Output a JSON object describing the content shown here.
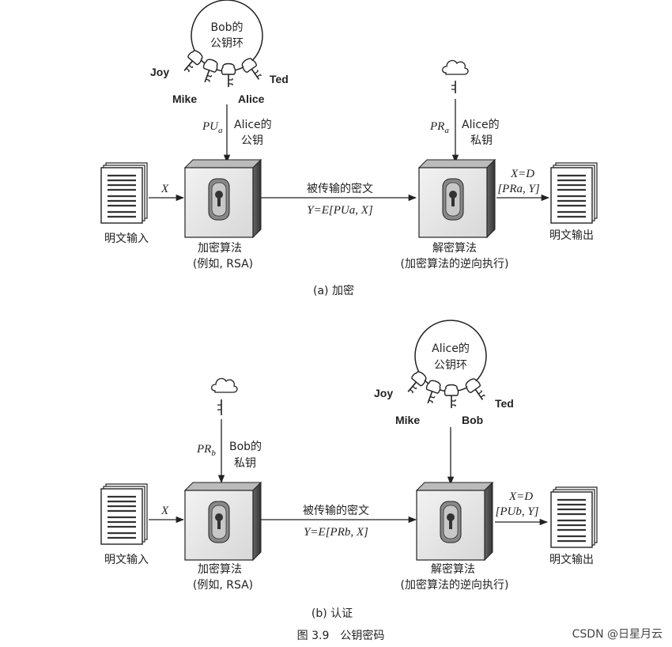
{
  "part_a": {
    "ring_line1": "Bob的",
    "ring_line2": "公钥环",
    "key_joy": "Joy",
    "key_mike": "Mike",
    "key_alice": "Alice",
    "key_ted": "Ted",
    "pub_sym": "PU",
    "pub_sub": "a",
    "pub_desc1": "Alice的",
    "pub_desc2": "公钥",
    "priv_sym": "PR",
    "priv_sub": "a",
    "priv_desc1": "Alice的",
    "priv_desc2": "私钥",
    "input_x": "X",
    "plaintext_in": "明文输入",
    "enc_name": "加密算法",
    "enc_example": "(例如, RSA)",
    "channel_label": "被传输的密文",
    "channel_formula": "Y=E[PUa, X]",
    "out_formula1": "X=D",
    "out_formula2": "[PRa, Y]",
    "dec_name": "解密算法",
    "dec_desc": "(加密算法的逆向执行)",
    "plaintext_out": "明文输出",
    "caption": "(a) 加密"
  },
  "part_b": {
    "ring_line1": "Alice的",
    "ring_line2": "公钥环",
    "key_joy": "Joy",
    "key_mike": "Mike",
    "key_bob": "Bob",
    "key_ted": "Ted",
    "priv_sym": "PR",
    "priv_sub": "b",
    "priv_desc1": "Bob的",
    "priv_desc2": "私钥",
    "input_x": "X",
    "plaintext_in": "明文输入",
    "enc_name": "加密算法",
    "enc_example": "(例如, RSA)",
    "channel_label": "被传输的密文",
    "channel_formula": "Y=E[PRb, X]",
    "out_formula1": "X=D",
    "out_formula2": "[PUb, Y]",
    "dec_name": "解密算法",
    "dec_desc": "(加密算法的逆向执行)",
    "plaintext_out": "明文输出",
    "caption": "(b) 认证"
  },
  "figure_caption": "图 3.9　公钥密码",
  "watermark": "CSDN @日星月云"
}
